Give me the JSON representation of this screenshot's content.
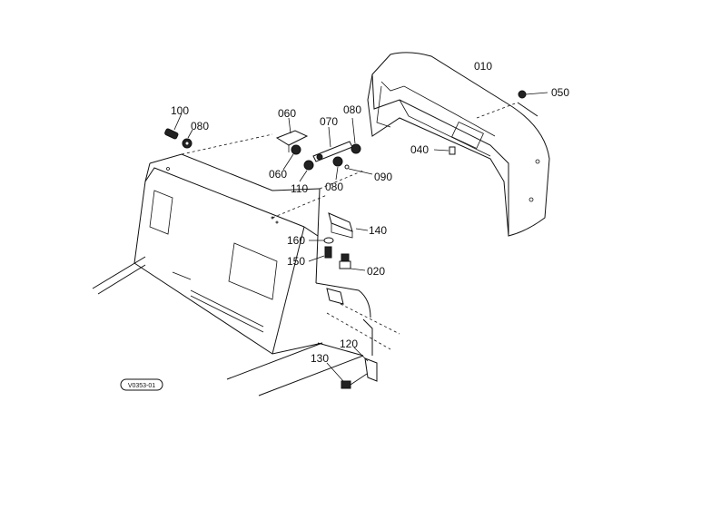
{
  "figure_code": "V0353-01",
  "parts": [
    {
      "id": "p010",
      "label": "010"
    },
    {
      "id": "p020",
      "label": "020"
    },
    {
      "id": "p040",
      "label": "040"
    },
    {
      "id": "p050",
      "label": "050"
    },
    {
      "id": "p060a",
      "label": "060"
    },
    {
      "id": "p060b",
      "label": "060"
    },
    {
      "id": "p070",
      "label": "070"
    },
    {
      "id": "p080a",
      "label": "080"
    },
    {
      "id": "p080b",
      "label": "080"
    },
    {
      "id": "p080c",
      "label": "080"
    },
    {
      "id": "p090",
      "label": "090"
    },
    {
      "id": "p100",
      "label": "100"
    },
    {
      "id": "p110",
      "label": "110"
    },
    {
      "id": "p120",
      "label": "120"
    },
    {
      "id": "p130",
      "label": "130"
    },
    {
      "id": "p140",
      "label": "140"
    },
    {
      "id": "p150",
      "label": "150"
    },
    {
      "id": "p160",
      "label": "160"
    }
  ]
}
